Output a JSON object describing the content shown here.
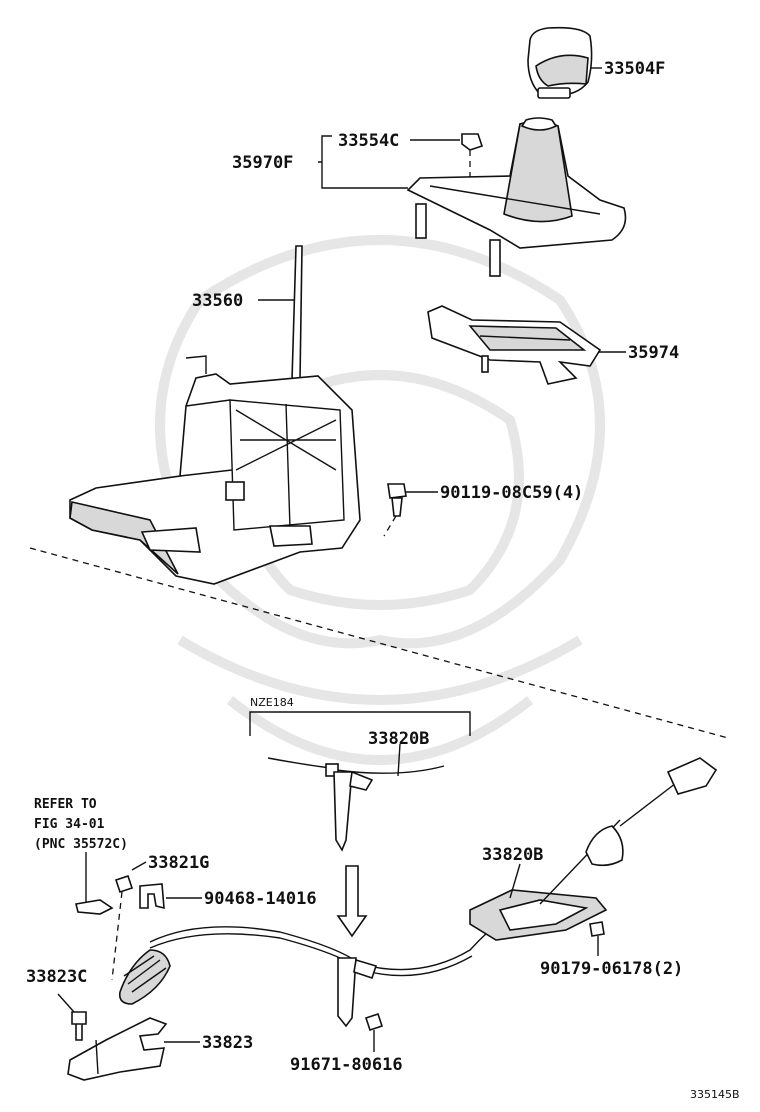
{
  "parts": {
    "p33504F": "33504F",
    "p33554C": "33554C",
    "p35970F": "35970F",
    "p33560": "33560",
    "p35974": "35974",
    "p90119": "90119-08C59(4)",
    "p33820B_top": "33820B",
    "p33820B_main": "33820B",
    "p33821G": "33821G",
    "p90468": "90468-14016",
    "p33823C": "33823C",
    "p33823": "33823",
    "p90179": "90179-06178(2)",
    "p91671": "91671-80616"
  },
  "notes": {
    "variant": "NZE184",
    "refer_line1": "REFER TO",
    "refer_line2": "FIG 34-01",
    "refer_line3": "(PNC 35572C)"
  },
  "figure_id": "335145B"
}
